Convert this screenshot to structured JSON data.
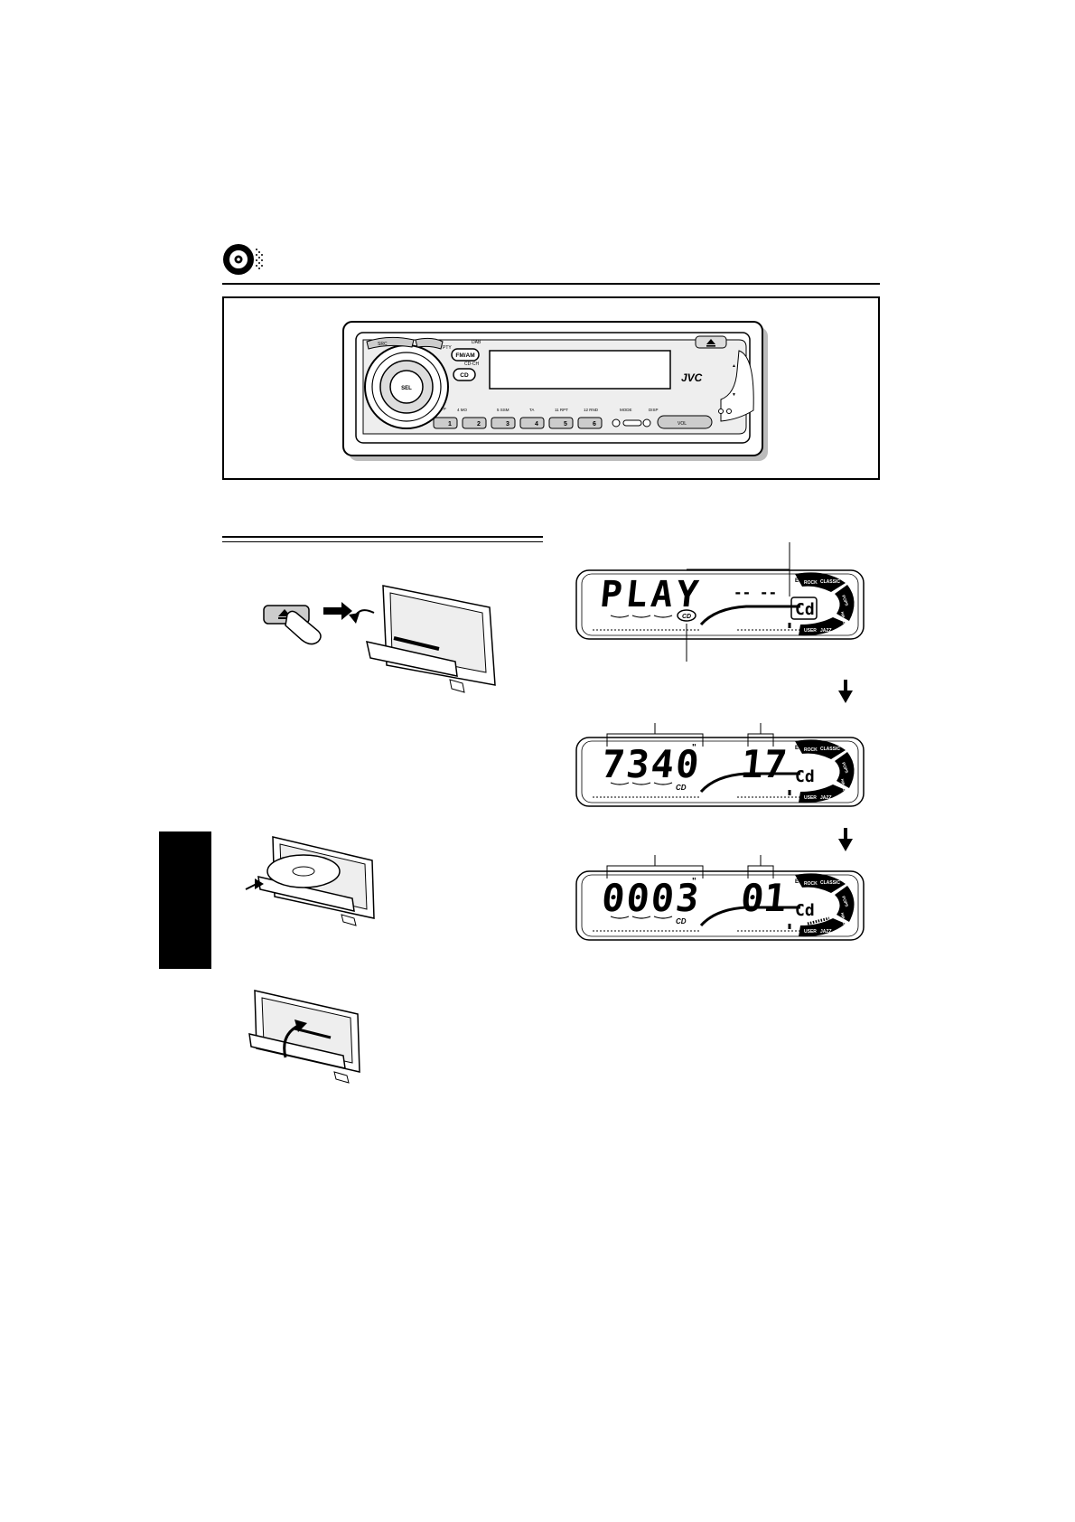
{
  "header": {
    "icon": "cd-disc-icon"
  },
  "unit": {
    "brand": "JVC",
    "buttons": {
      "fm_am": "FM/AM",
      "cd": "CD",
      "src": "SRC",
      "dab": "DAB",
      "cd_ch": "CD-CH",
      "sel": "SEL",
      "pty": "PTY",
      "tp": "TP",
      "mo": "4 MO",
      "ssm": "5 SSM",
      "ta": "TA",
      "rpt": "11 RPT",
      "rnd": "12 RND",
      "mode": "MODE",
      "disp": "DISP",
      "presets": [
        "1",
        "2",
        "3",
        "4",
        "5",
        "6"
      ],
      "volume": "VOL"
    }
  },
  "eq_labels": {
    "eq": "EQ",
    "rock": "ROCK",
    "classic": "CLASSIC",
    "pops": "POPS",
    "user": "USER",
    "jazz": "JAZZ",
    "hiphop": "HIP HOP"
  },
  "displays": [
    {
      "main": "PLAY",
      "right": "-- --",
      "source": "Cd",
      "cd": "CD"
    },
    {
      "main": "7340",
      "right": "17",
      "source": "Cd",
      "cd": "CD"
    },
    {
      "main": "0003",
      "right": "01",
      "source": "Cd",
      "cd": "CD"
    }
  ]
}
